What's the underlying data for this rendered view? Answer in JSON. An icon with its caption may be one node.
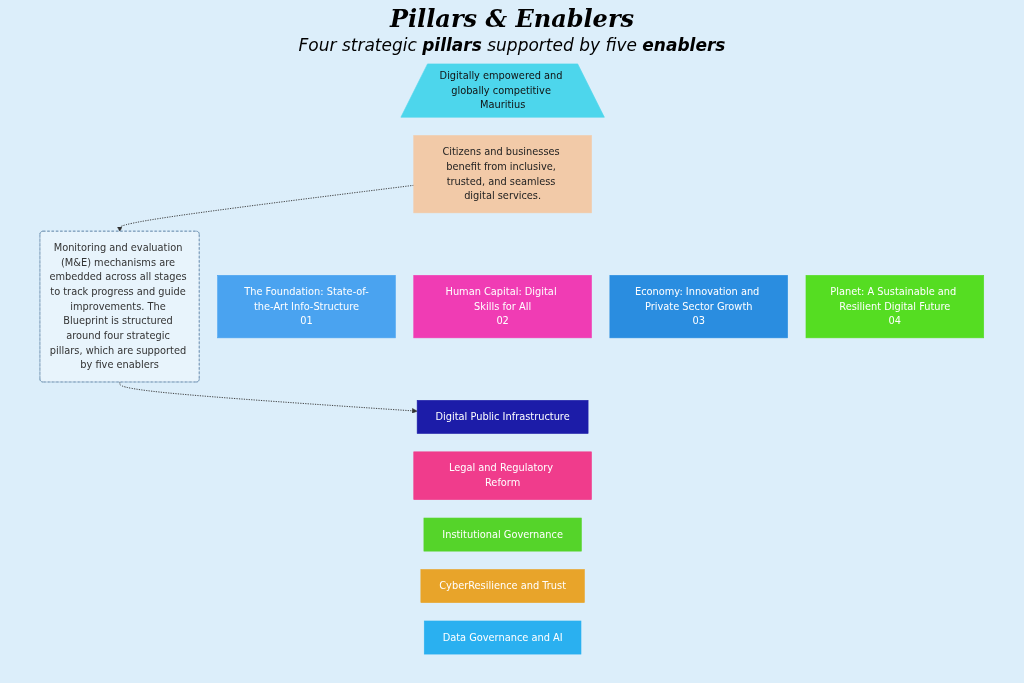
{
  "diagram": {
    "title": "Pillars & Enablers",
    "nodes": [
      {
        "text": [
          "Digitally empowered and globally competitive Mauritius"
        ]
      },
      {
        "text": [
          "Citizens and businesses benefit from inclusive, trusted, and seamless digital services."
        ]
      },
      {
        "text": [
          "The Foundation: State-of-the-Art Info-Structure",
          "01"
        ]
      },
      {
        "text": [
          "Human Capital: Digital Skills for All",
          "02"
        ]
      },
      {
        "text": [
          "Economy: Innovation and Private Sector Growth",
          "03"
        ]
      },
      {
        "text": [
          "Planet: A Sustainable and Resilient Digital Future",
          "04"
        ]
      },
      {
        "text": [
          "Monitoring and evaluation (M&E) mechanisms are embedded across all stages to track progress and guide improvements. The Blueprint is structured around four strategic pillars, which are supported by five enablers"
        ]
      },
      {
        "text": [
          "Digital Public Infrastructure"
        ]
      },
      {
        "text": [
          "Legal and Regulatory Reform"
        ]
      },
      {
        "text": [
          "Institutional Governance"
        ]
      },
      {
        "text": [
          "CyberResilience and Trust"
        ]
      },
      {
        "text": [
          "Data Governance and AI"
        ]
      }
    ],
    "edges": [
      {
        "from": 1,
        "to": 6,
        "arrow": "to",
        "style": "dashed"
      },
      {
        "from": 6,
        "to": 7,
        "arrow": "to",
        "style": "dashed"
      }
    ],
    "labels": [
      "Four strategic **pillars** supported by five **enablers**"
    ]
  }
}
